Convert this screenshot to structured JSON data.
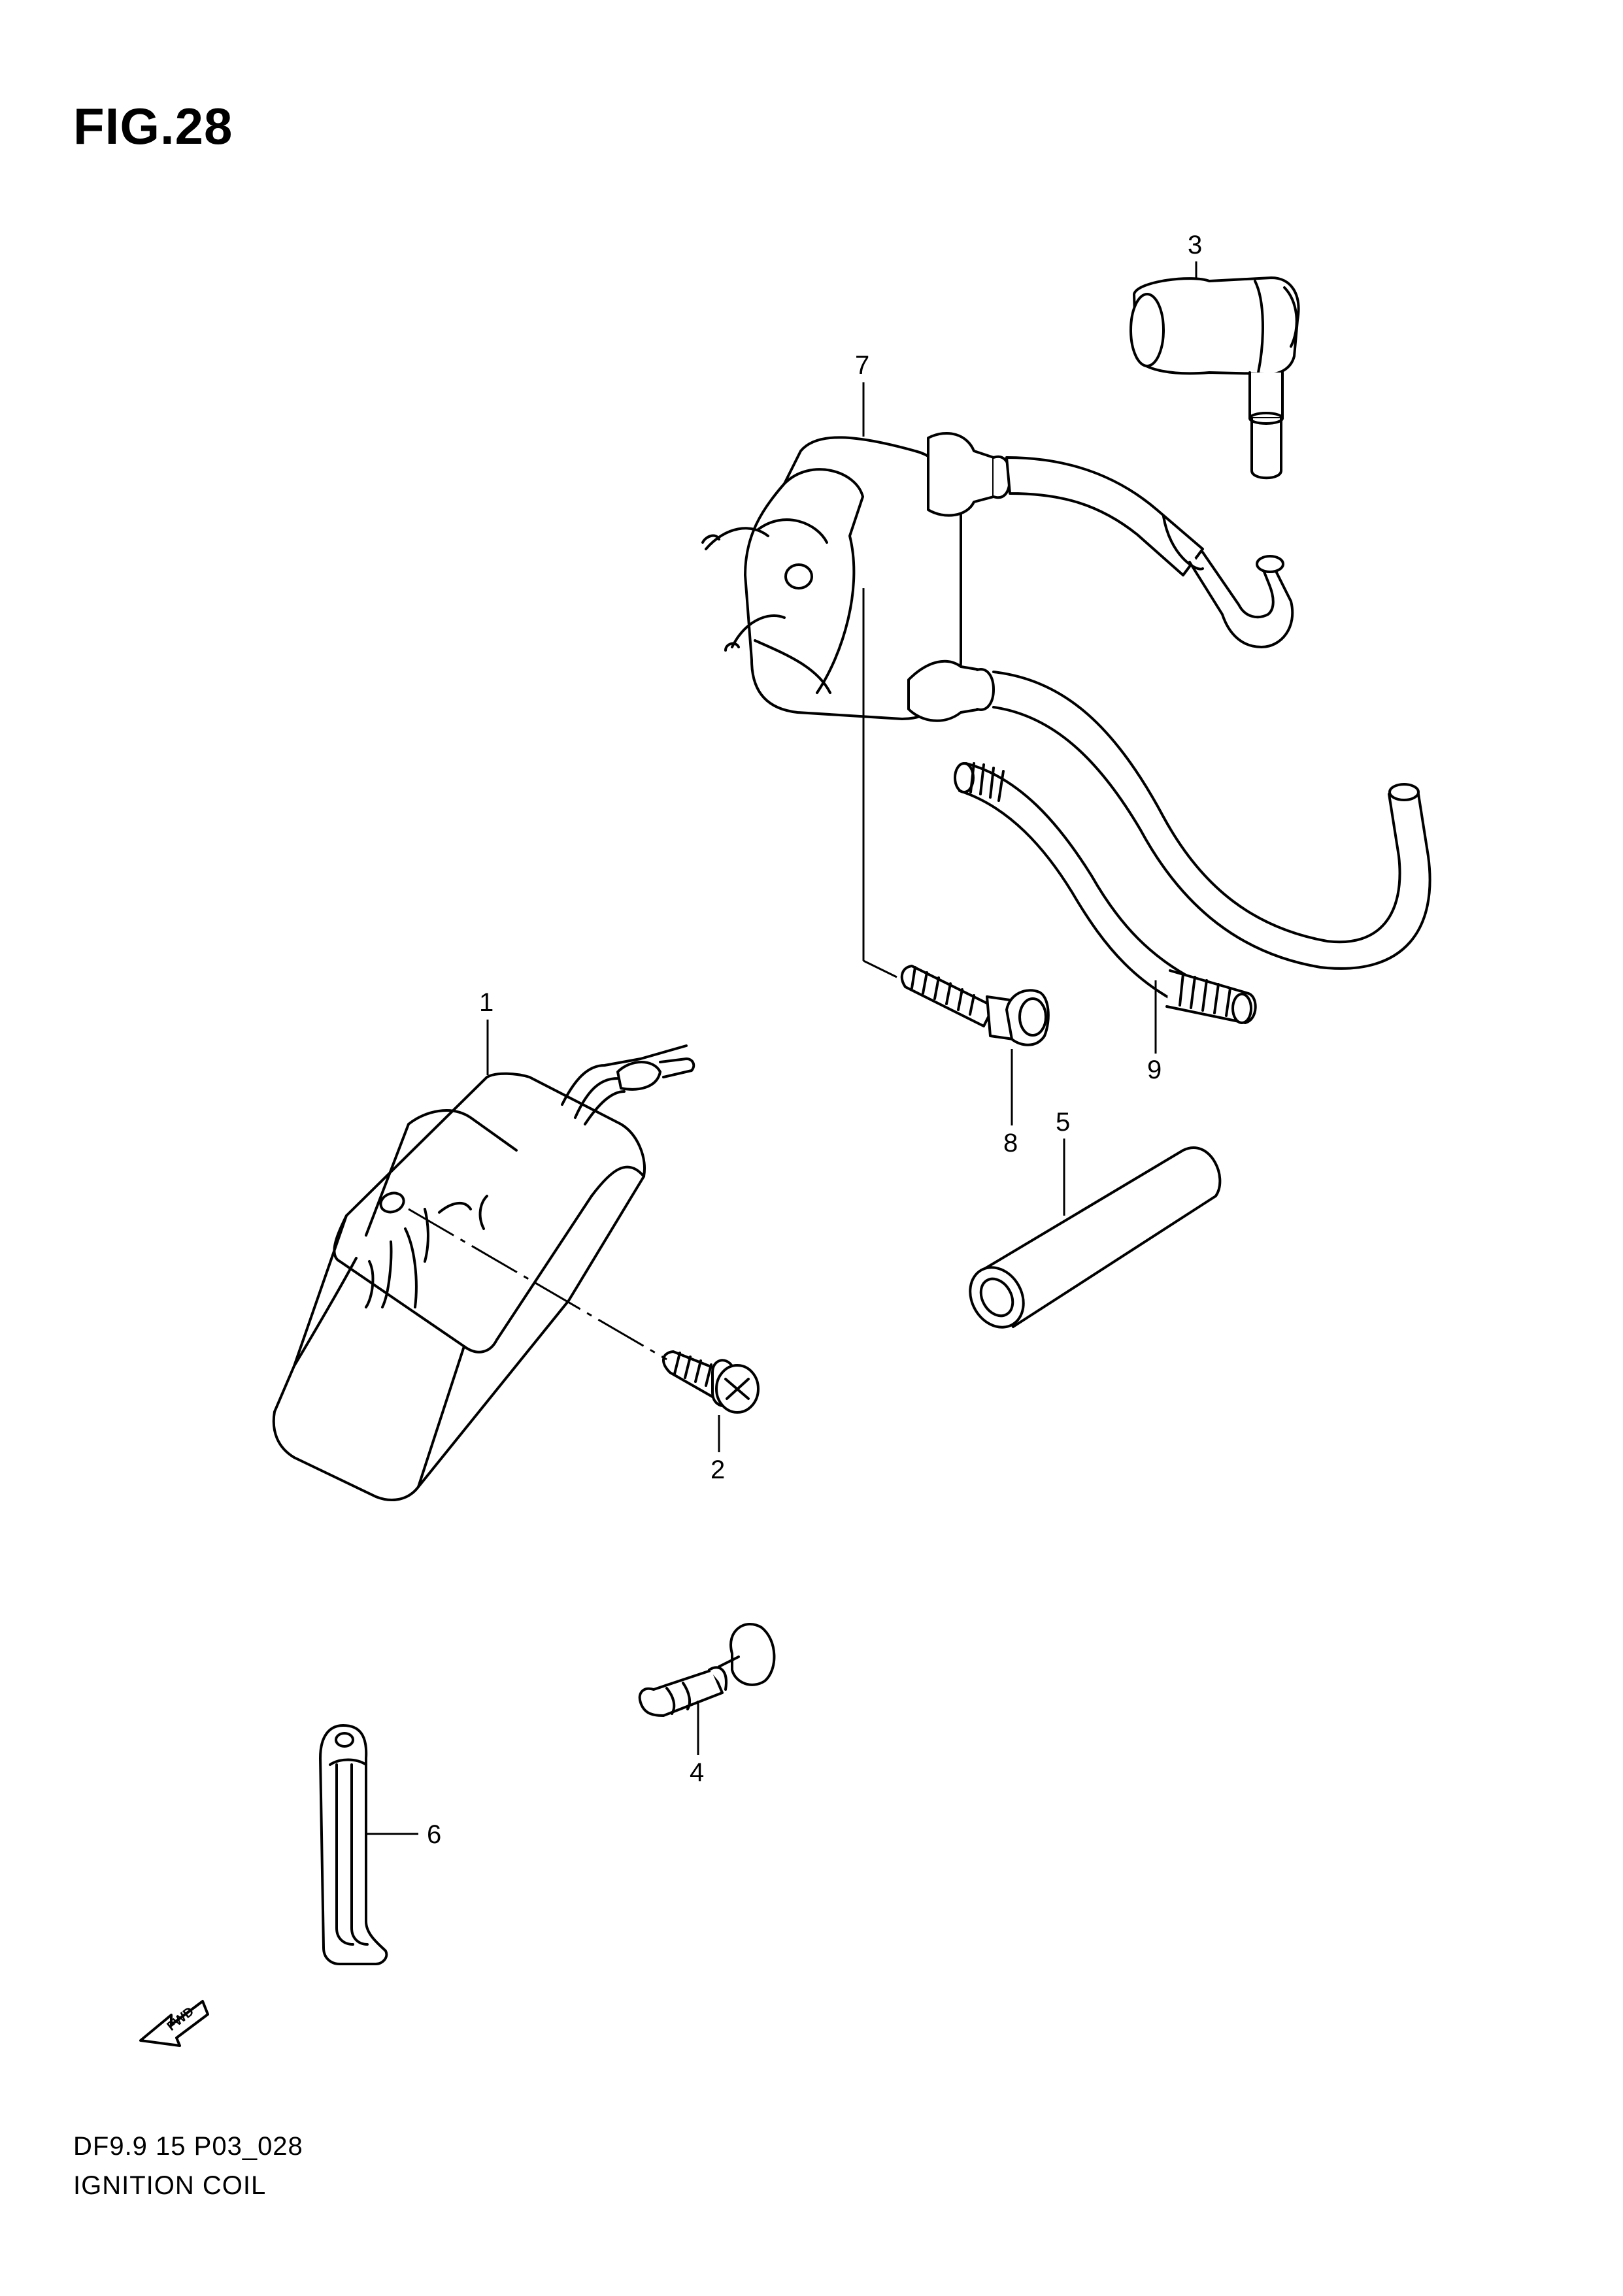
{
  "title": "FIG.28",
  "callouts": {
    "p1": "1",
    "p2": "2",
    "p3": "3",
    "p4": "4",
    "p5": "5",
    "p6": "6",
    "p7": "7",
    "p8": "8",
    "p9": "9"
  },
  "fwd_label": "FWD",
  "footer": {
    "code": "DF9.9 15 P03_028",
    "name": "IGNITION COIL"
  }
}
